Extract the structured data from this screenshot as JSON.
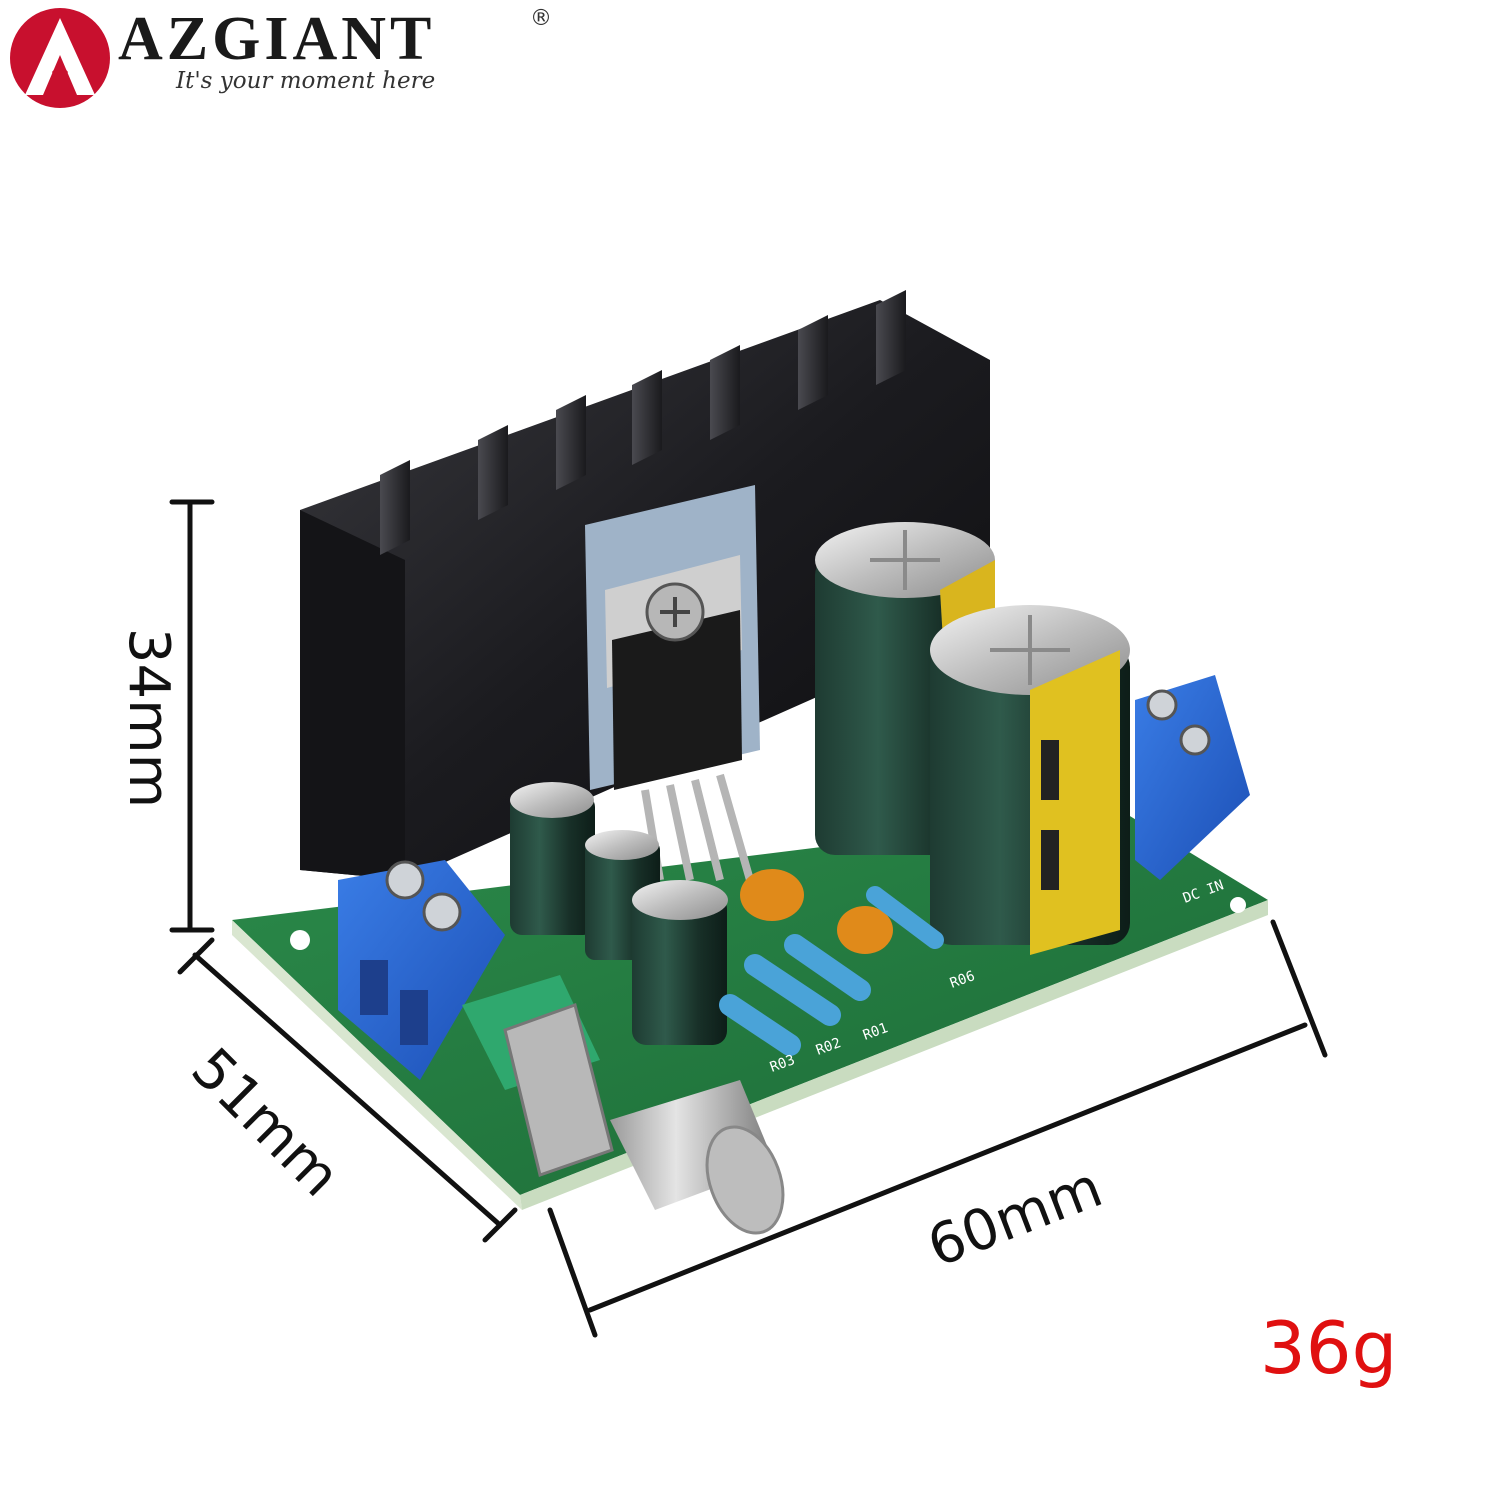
{
  "brand": {
    "name": "AZGIANT",
    "registered_mark": "®",
    "tagline": "It's your moment here",
    "logo_icon": "red-circle-arrow-logo",
    "accent_color": "#c8102e"
  },
  "dimensions": {
    "height_label": "34mm",
    "depth_label": "51mm",
    "width_label": "60mm"
  },
  "weight": {
    "label": "36g",
    "color": "#e01010"
  },
  "product": {
    "photo": "audio amplifier circuit board with heatsink, capacitors, terminal blocks and potentiometer",
    "silkscreen": {
      "dc_in": "DC IN",
      "r03": "R03",
      "r02": "R02",
      "r01": "R01",
      "r06": "R06"
    }
  }
}
